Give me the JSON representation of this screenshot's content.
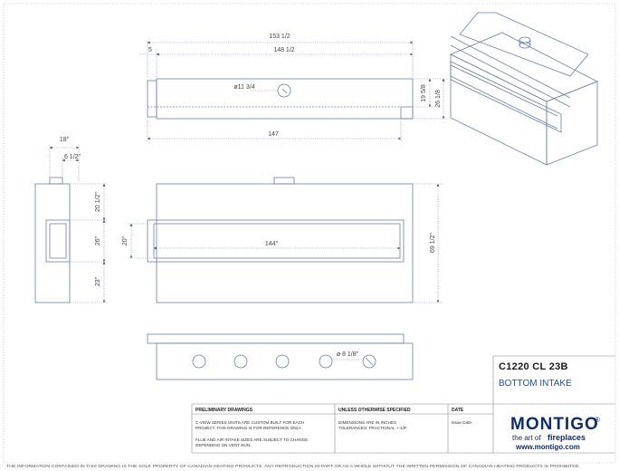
{
  "top_view": {
    "overall_width": "153 1/2",
    "offset": "5",
    "inner_width": "148 1/2",
    "bottom_width": "147",
    "hole_diameter": "ø11 3/4",
    "depth_inner": "19 5/8",
    "depth_outer": "26 1/8"
  },
  "side_view": {
    "overall_depth": "18\"",
    "collar_depth": "6 1/2\"",
    "upper_height": "20 1/2\"",
    "opening_height": "26\"",
    "lower_height": "23\""
  },
  "front_view": {
    "opening_height": "20\"",
    "opening_width": "144\"",
    "overall_height": "69 1/2\""
  },
  "bottom_view": {
    "hole_diameter": "ø 8 1/8\""
  },
  "title_block": {
    "model": "C1220 CL 23B",
    "subtitle": "BOTTOM INTAKE",
    "col1_header": "PRELIMINARY DRAWINGS",
    "col1_line1": "C-VIEW SERIES UNITS ARE CUSTOM BUILT FOR EACH",
    "col1_line2": "PROJECT. THIS DRAWING IS FOR REFERENCE ONLY.",
    "col1_line3": "FLUE AND AIR INTAKE SIZES ARE SUBJECT TO CHANGE",
    "col1_line4": "DEPENDING ON VENT RUN.",
    "col2_header": "UNLESS OTHERWISE SPECIFIED",
    "col2_line1": "DIMENSIONS ARE IN INCHES",
    "col2_line2": "TOLERANCES: FRACTIONAL +-1/8\"",
    "col3_header": "DATE",
    "col3_line1": "Issue Date:"
  },
  "logo": {
    "brand": "MONTIGO",
    "registered": "®",
    "tagline_pre": "the art of",
    "tagline_word": "fireplaces",
    "url": "www.montigo.com"
  },
  "footer": {
    "notice": "THE INFORMATION CONTAINED IN THIS DRAWING IS THE SOLE PROPERTY OF CANADIAN HEATING PRODUCTS. ANY REPRODUCTION IN PART OR AS A WHOLE WITHOUT THE WRITTEN PERMISSION OF CANADIAN HEATING PRODUCTS IS PROHIBITED."
  },
  "colors": {
    "line": "#6b7fa8",
    "dim_line": "#7a8cb5",
    "brand": "#0d2f6e",
    "accent": "#1f4f9f"
  }
}
